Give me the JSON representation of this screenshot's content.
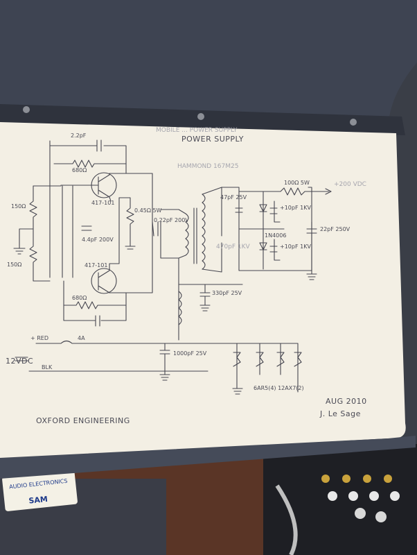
{
  "photo": {
    "subject": "Hand-drawn schematic on a notebook page held in a dark binder",
    "colors": {
      "binder": "#3b4150",
      "paper": "#f3efe4",
      "ink": "#45454f",
      "table": "#6e3e2a"
    }
  },
  "page": {
    "title_partial": "MOBILE ... POWER SUPPLY",
    "subtitle": "POWER SUPPLY",
    "transformer_note": "HAMMOND 167M25",
    "company": "OXFORD ENGINEERING",
    "date": "AUG 2010",
    "author": "J. Le Sage"
  },
  "labels": {
    "cap_top": "2.2pF",
    "res_top": "680Ω",
    "res_left_top": "150Ω",
    "res_left_bottom": "150Ω",
    "transistor_top": "417-101",
    "transistor_bottom": "417-101",
    "cap_mid": "4.4pF 200V",
    "res_mid": "0.45Ω 5W",
    "cap_coupling": "0.22pF 200V",
    "res_bottom": "680Ω",
    "cap_bottom": "",
    "cap_secondary": "47pF 25V",
    "cap_filter": "330pF 25V",
    "res_output": "100Ω 5W",
    "voltage_output": "+200 VDC",
    "zener_top": "+10pF 1KV",
    "diode": "1N4006",
    "zener_bottom": "+10pF 1KV",
    "cap_output": "22pF 250V",
    "cap_faint": "470pF 1KV",
    "fuse": "4A",
    "red": "+ RED",
    "supply": "12VDC",
    "blk": "BLK",
    "cap_input": "1000pF 25V",
    "tubes": "6AR5(4) 12AX7(2)"
  },
  "background_items": {
    "sticker_text": "AUDIO ELECTRONICS",
    "sticker_sub": "SAM"
  }
}
